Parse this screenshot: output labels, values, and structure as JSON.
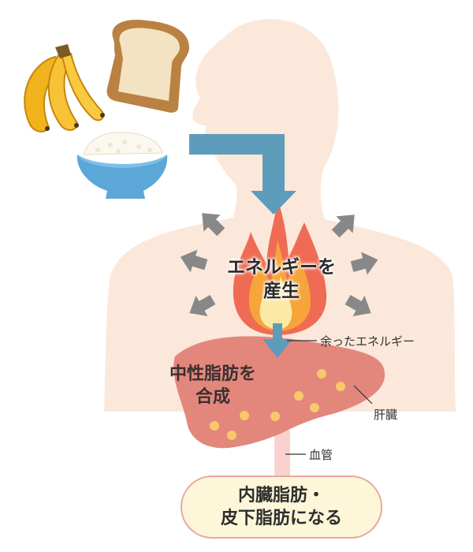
{
  "labels": {
    "energy_line1": "エネルギーを",
    "energy_line2": "産生",
    "surplus": "余ったエネルギー",
    "fat_line1": "中性脂肪を",
    "fat_line2": "合成",
    "liver": "肝臓",
    "vessel": "血管",
    "result_line1": "内臓脂肪・",
    "result_line2": "皮下脂肪になる"
  },
  "colors": {
    "body": "#fbe8da",
    "flow_arrow": "#5e9cbb",
    "radiate_arrow": "#888888",
    "liver": "#e3877d",
    "fat_dot": "#f7c96a",
    "flame_outer": "#ef6b54",
    "flame_inner": "#f7a43a",
    "result_fill": "#fdf6d8",
    "result_border": "#e8a7a0"
  },
  "icons": [
    "bananas-icon",
    "bread-slice-icon",
    "rice-bowl-icon"
  ]
}
